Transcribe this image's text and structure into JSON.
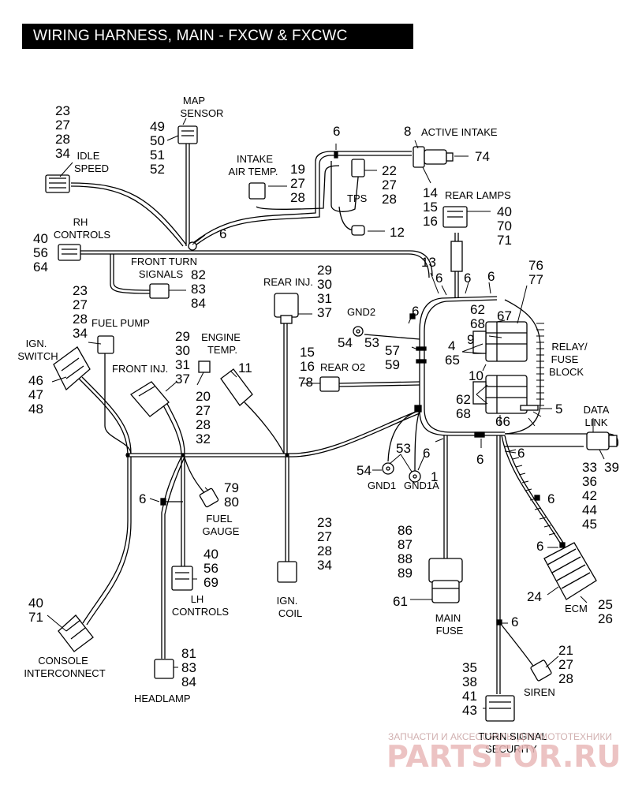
{
  "title": "WIRING HARNESS, MAIN - FXCW & FXCWC",
  "labels": {
    "map_sensor": [
      "MAP",
      "SENSOR"
    ],
    "active_intake": [
      "ACTIVE INTAKE"
    ],
    "idle_speed": [
      "IDLE",
      "SPEED"
    ],
    "intake_air_temp": [
      "INTAKE",
      "AIR TEMP."
    ],
    "tps": [
      "TPS"
    ],
    "rear_lamps": [
      "REAR LAMPS"
    ],
    "rh_controls": [
      "RH",
      "CONTROLS"
    ],
    "front_turn_signals": [
      "FRONT TURN",
      "SIGNALS"
    ],
    "rear_inj": [
      "REAR INJ."
    ],
    "gnd2": [
      "GND2"
    ],
    "fuel_pump": [
      "FUEL PUMP"
    ],
    "ign_switch": [
      "IGN.",
      "SWITCH"
    ],
    "front_inj": [
      "FRONT INJ."
    ],
    "engine_temp": [
      "ENGINE",
      "TEMP."
    ],
    "rear_o2": [
      "REAR O2"
    ],
    "relay_fuse_block": [
      "RELAY/",
      "FUSE",
      "BLOCK"
    ],
    "data_link": [
      "DATA",
      "LINK"
    ],
    "gnd1": [
      "GND1"
    ],
    "gnd1a": [
      "GND1A"
    ],
    "fuel_gauge": [
      "FUEL",
      "GAUGE"
    ],
    "lh_controls": [
      "LH",
      "CONTROLS"
    ],
    "ign_coil": [
      "IGN.",
      "COIL"
    ],
    "main_fuse": [
      "MAIN",
      "FUSE"
    ],
    "ecm": [
      "ECM"
    ],
    "console_interconnect": [
      "CONSOLE",
      "INTERCONNECT"
    ],
    "headlamp": [
      "HEADLAMP"
    ],
    "siren": [
      "SIREN"
    ],
    "turn_signal_security": [
      "TURN SIGNAL",
      "SECURITY"
    ]
  },
  "callouts": {
    "idle_speed": [
      "23",
      "27",
      "28",
      "34"
    ],
    "map_sensor": [
      "49",
      "50",
      "51",
      "52"
    ],
    "top_harness": [
      "6"
    ],
    "active_intake": [
      "8"
    ],
    "active_intake_right": [
      "74"
    ],
    "intake_air_temp": [
      "19",
      "27",
      "28"
    ],
    "tps": [
      "22",
      "27",
      "28"
    ],
    "active_intake_below": [
      "14",
      "15",
      "16"
    ],
    "rear_lamps": [
      "40",
      "70",
      "71"
    ],
    "hose_12": [
      "12"
    ],
    "rh_controls": [
      "40",
      "56",
      "64"
    ],
    "junction_6": [
      "6"
    ],
    "front_turn_signals": [
      "82",
      "83",
      "84"
    ],
    "rear_inj": [
      "29",
      "30",
      "31",
      "37"
    ],
    "harness_13": [
      "13"
    ],
    "harness_6a": [
      "6"
    ],
    "harness_6b": [
      "6"
    ],
    "harness_6c": [
      "6"
    ],
    "harness_6d": [
      "6"
    ],
    "relay_top": [
      "76",
      "77"
    ],
    "relay_62_68": [
      "62",
      "68"
    ],
    "relay_67": [
      "67"
    ],
    "relay_9": [
      "9"
    ],
    "relay_4_65": [
      "4",
      "65"
    ],
    "relay_10": [
      "10"
    ],
    "fuel_pump": [
      "23",
      "27",
      "28",
      "34"
    ],
    "gnd2": [
      "54",
      "53"
    ],
    "node_57_59": [
      "57",
      "59"
    ],
    "ign_switch": [
      "46",
      "47",
      "48"
    ],
    "front_inj": [
      "29",
      "30",
      "31",
      "37"
    ],
    "engine_temp_11": [
      "11"
    ],
    "engine_temp": [
      "20",
      "27",
      "28",
      "32"
    ],
    "rear_o2": [
      "15",
      "16",
      "78"
    ],
    "fuse_62_68": [
      "62",
      "68"
    ],
    "fuse_66": [
      "66"
    ],
    "part_5": [
      "5"
    ],
    "data_link": [
      "33",
      "36",
      "42",
      "44",
      "45"
    ],
    "data_link_39": [
      "39"
    ],
    "gnd_53": [
      "53"
    ],
    "gnd_6": [
      "6"
    ],
    "gnd_1": [
      "1"
    ],
    "gnd_54": [
      "54"
    ],
    "bottom_6a": [
      "6"
    ],
    "bottom_6b": [
      "6"
    ],
    "bottom_6c": [
      "6"
    ],
    "fuel_gauge": [
      "79",
      "80"
    ],
    "fuel_gauge_6": [
      "6"
    ],
    "ecm_6": [
      "6"
    ],
    "lh_controls": [
      "40",
      "56",
      "69"
    ],
    "ign_coil": [
      "23",
      "27",
      "28",
      "34"
    ],
    "main_fuse": [
      "86",
      "87",
      "88",
      "89"
    ],
    "main_fuse_61": [
      "61"
    ],
    "ecm_24": [
      "24"
    ],
    "ecm_25_26": [
      "25",
      "26"
    ],
    "console": [
      "40",
      "71"
    ],
    "siren_6": [
      "6"
    ],
    "headlamp": [
      "81",
      "83",
      "84"
    ],
    "siren": [
      "21",
      "27",
      "28"
    ],
    "security": [
      "35",
      "38",
      "41",
      "43"
    ]
  },
  "watermark": {
    "line1": "ЗАПЧАСТИ И АКСЕССУАРЫ ДЛЯ МОТОТЕХНИКИ",
    "line2": "PARTSFOR.RU"
  }
}
